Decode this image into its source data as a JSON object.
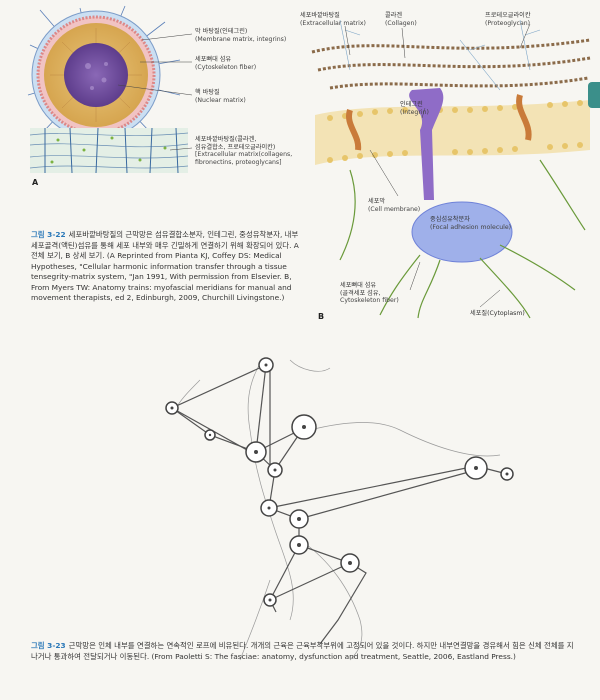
{
  "panel_a": {
    "letter": "A",
    "labels": {
      "membrane": {
        "ko": "막 바탕질(인테그린)",
        "en": "(Membrane matrix, integrins)"
      },
      "cytoskeleton": {
        "ko": "세포뼈대 섬유",
        "en": "(Cytoskeleton fiber)"
      },
      "nuclear": {
        "ko": "핵 바탕질",
        "en": "(Nuclear matrix)"
      },
      "ecm": {
        "ko": "세포바깥바탕질(콜라겐,",
        "ko2": "섬유결합소, 프로테오글라이칸)",
        "en": "[Extracellular matrix(collagens,",
        "en2": "fibronectins, proteoglycans]"
      }
    }
  },
  "panel_b": {
    "letter": "B",
    "labels": {
      "ecm": {
        "ko": "세포바깥바탕질",
        "en": "(Extracellular matrix)"
      },
      "collagen": {
        "ko": "콜라겐",
        "en": "(Collagen)"
      },
      "proteoglycan": {
        "ko": "프로테오글라이칸",
        "en": "(Proteoglycan)"
      },
      "integrin": {
        "ko": "인테그린",
        "en": "(Integrin)"
      },
      "cell_membrane": {
        "ko": "세포막",
        "en": "(Cell membrane)"
      },
      "focal": {
        "ko": "중심섬유착분자",
        "en": "(Focal adhesion molecule)"
      },
      "cytoskeleton": {
        "ko": "세포뼈대 섬유",
        "ko2": "(골격세포 섬유,",
        "en": "Cytoskeleton fiber)"
      },
      "cytoplasm": {
        "ko": "세포질(Cytoplasm)"
      }
    }
  },
  "caption_22": {
    "fig": "그림 3-22",
    "text": "세포바깥바탕질의 근막망은 섬유결합소분자, 인테그린, 중성유착분자, 내부 세포골격(액틴)섬유를 통해 세포 내부와 매우 긴밀하게 연결하기 위해 확장되어 있다. A 전체 보기, B 상세 보기. (A Reprinted from Pianta KJ, Coffey DS: Medical Hypotheses, \"Cellular harmonic information transfer through a tissue tensegrity-matrix system, \"Jan 1991, With permission from Elsevier. B, From Myers TW: Anatomy trains: myofascial meridians for manual and movement therapists, ed 2, Edinburgh, 2009, Churchill Livingstone.)"
  },
  "caption_23": {
    "fig": "그림 3-23",
    "text": "근막망은 인체 내부를 연결하는 연속적인 로프에 비유된다. 개개의 근육은 근육부착부위에 고정되어 있을 것이다. 하지만 내부연결망을 경유해서 힘은 신체 전체를 지나거나 통과하여 전달되거나 이동된다. (From Paoletti S: The fasciae: anatomy, dysfunction and treatment, Seattle, 2006, Eastland Press.)"
  }
}
